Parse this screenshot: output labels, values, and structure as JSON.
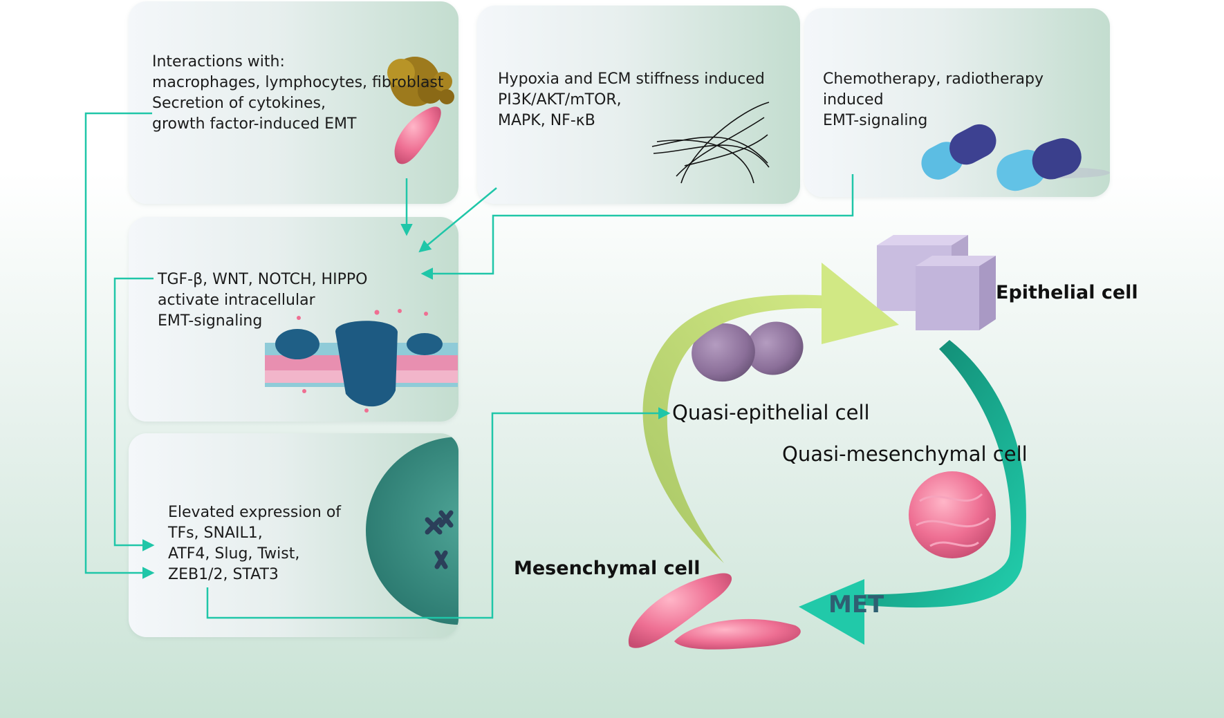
{
  "panels": {
    "microenvironment": {
      "text": "Interactions with:\nmacrophages, lymphocytes, fibroblast\nSecretion of cytokines,\ngrowth factor-induced EMT"
    },
    "hypoxia": {
      "text": "Hypoxia and ECM stiffness induced\nPI3K/AKT/mTOR,\nMAPK, NF-κB"
    },
    "therapy": {
      "text": "Chemotherapy, radiotherapy\ninduced\nEMT-signaling"
    },
    "signaling": {
      "text": "TGF-β, WNT, NOTCH, HIPPO\nactivate intracellular\nEMT-signaling"
    },
    "transcription": {
      "text": "Elevated  expression of\nTFs, SNAIL1,\nATF4, Slug, Twist,\nZEB1/2, STAT3"
    }
  },
  "cycle": {
    "epithelial_cell": "Epithelial cell",
    "quasi_epithelial_cell": "Quasi-epithelial cell",
    "quasi_mesenchymal_cell": "Quasi-mesenchymal cell",
    "mesenchymal_cell": "Mesenchymal cell",
    "met_label": "MET"
  },
  "colors": {
    "connector": "#1fc6a8",
    "emt_arrow": "#c9e27e",
    "met_arrow_dark": "#0e7a66",
    "met_arrow_light": "#22d0ae",
    "cell_pink": "#ef6f92",
    "cell_purple": "#8a6f9a",
    "cube": "#c5b8dc",
    "protein_blue": "#1f5f86",
    "macrophage": "#a07b1c",
    "capsule_dark": "#3b3f8e",
    "capsule_light": "#56b8df"
  },
  "icons": {
    "microenvironment": "macrophage-fibroblast-icon",
    "hypoxia": "ecm-fibers-icon",
    "therapy": "pill-capsules-icon",
    "signaling": "membrane-receptor-icon",
    "transcription": "nucleus-chromosome-icon"
  }
}
